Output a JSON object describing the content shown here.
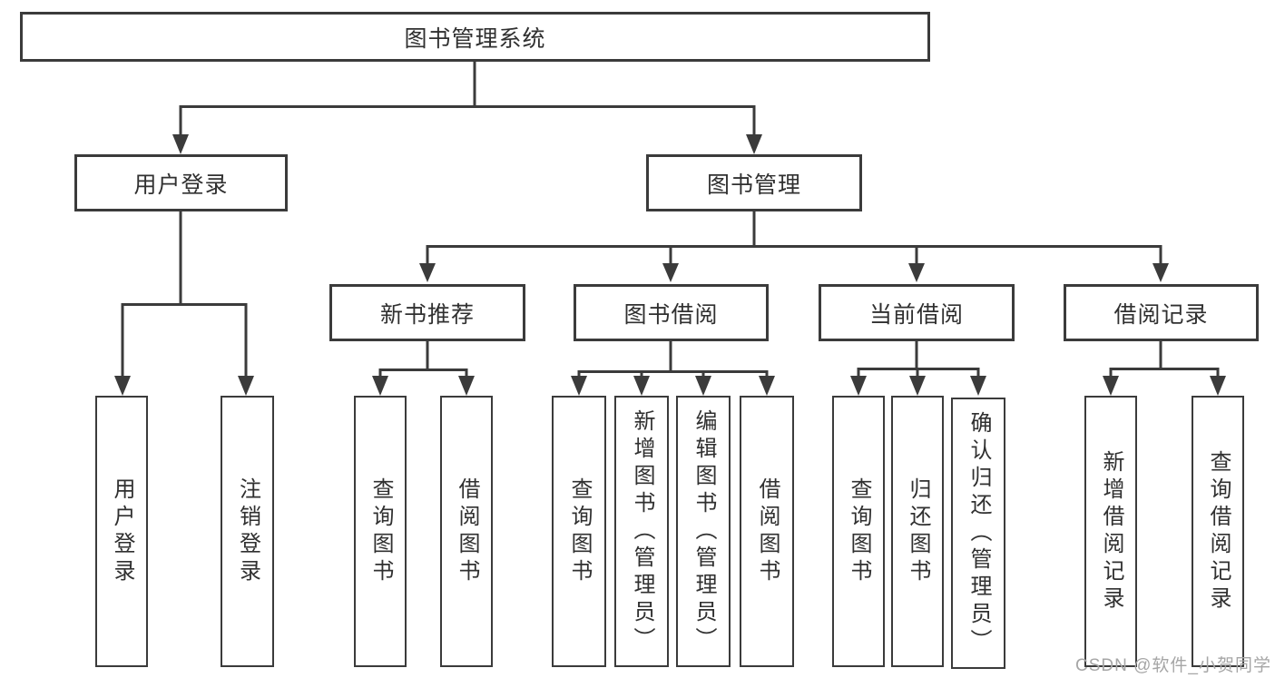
{
  "title": "图书管理系统",
  "colors": {
    "line": "#3b3b3b",
    "text": "#303030",
    "box_bg": "#ffffff",
    "watermark": "#a6a6a6",
    "background": "#ffffff"
  },
  "tree": {
    "root": {
      "label": "图书管理系统"
    },
    "level2": [
      {
        "label": "用户登录"
      },
      {
        "label": "图书管理"
      }
    ],
    "level3": [
      {
        "label": "新书推荐"
      },
      {
        "label": "图书借阅"
      },
      {
        "label": "当前借阅"
      },
      {
        "label": "借阅记录"
      }
    ],
    "leaves": {
      "login": [
        "用户登录",
        "注销登录"
      ],
      "recommend": [
        "查询图书",
        "借阅图书"
      ],
      "borrow": [
        "查询图书",
        "新增图书（管理员）",
        "编辑图书（管理员）",
        "借阅图书"
      ],
      "current": [
        "查询图书",
        "归还图书",
        "确认归还（管理员）"
      ],
      "records": [
        "新增借阅记录",
        "查询借阅记录"
      ]
    }
  },
  "watermark": {
    "text": "CSDN @软件_小贺同学"
  }
}
